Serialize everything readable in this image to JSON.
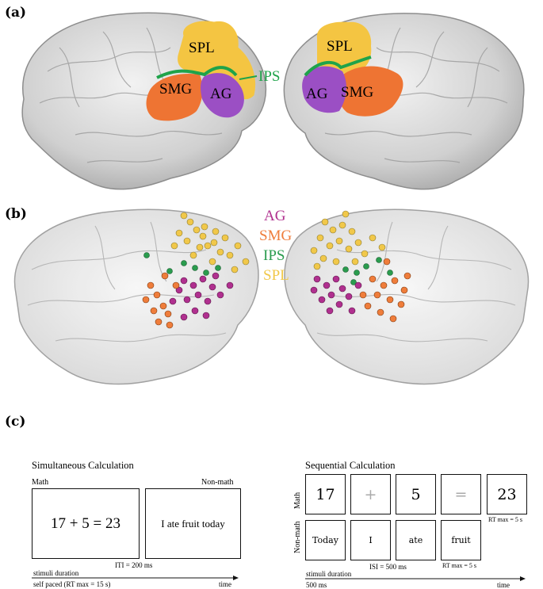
{
  "panels": {
    "a": "(a)",
    "b": "(b)",
    "c": "(c)"
  },
  "regions": {
    "spl": "SPL",
    "smg": "SMG",
    "ag": "AG",
    "ips": "IPS"
  },
  "legend": [
    {
      "label": "AG",
      "color": "#b0308f"
    },
    {
      "label": "SMG",
      "color": "#ef7d3b"
    },
    {
      "label": "IPS",
      "color": "#2a9c4e"
    },
    {
      "label": "SPL",
      "color": "#f1c84a"
    }
  ],
  "colors": {
    "spl": "#f4c542",
    "smg": "#ee7433",
    "ag": "#9b4fc4",
    "ips": "#1fa34a"
  },
  "simultaneous": {
    "title": "Simultaneous Calculation",
    "math_label": "Math",
    "nonmath_label": "Non-math",
    "math_text": "17 + 5 = 23",
    "nonmath_text": "I ate fruit today",
    "iti": "ITI = 200 ms",
    "duration_label": "stimuli duration",
    "duration_value": "self paced (RT max  = 15 s)",
    "time": "time"
  },
  "sequential": {
    "title": "Sequential Calculation",
    "math_label": "Math",
    "nonmath_label": "Non-math",
    "math_items": [
      "17",
      "+",
      "5",
      "=",
      "23"
    ],
    "nonmath_items": [
      "Today",
      "I",
      "ate",
      "fruit"
    ],
    "rt_math": "RT max = 5 s",
    "rt_nonmath": "RT max = 5 s",
    "isi": "ISI = 500 ms",
    "duration_label": "stimuli duration",
    "duration_value": "500 ms",
    "time": "time"
  }
}
